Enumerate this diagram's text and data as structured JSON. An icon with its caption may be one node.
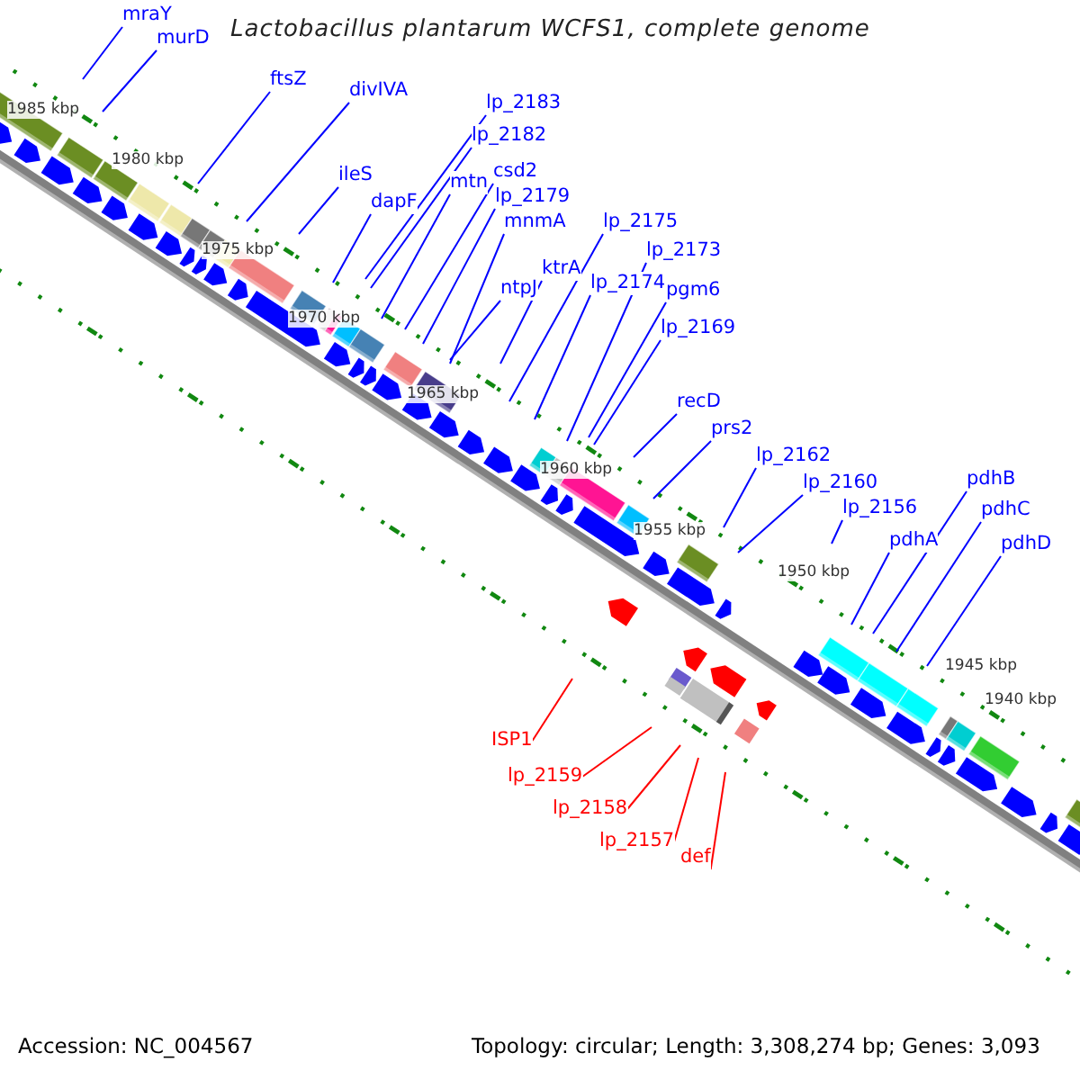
{
  "diagram": {
    "title": "Lactobacillus plantarum WCFS1, complete genome",
    "nodes": [
      {
        "text": [
          "mraY"
        ]
      },
      {
        "text": [
          "murD"
        ]
      },
      {
        "text": [
          "ftsZ"
        ]
      },
      {
        "text": [
          "divIVA"
        ]
      },
      {
        "text": [
          "lp_2183"
        ]
      },
      {
        "text": [
          "lp_2182"
        ]
      },
      {
        "text": [
          "ileS"
        ]
      },
      {
        "text": [
          "mtn"
        ]
      },
      {
        "text": [
          "csd2"
        ]
      },
      {
        "text": [
          "lp_2179"
        ]
      },
      {
        "text": [
          "dapF"
        ]
      },
      {
        "text": [
          "mnmA"
        ]
      },
      {
        "text": [
          "lp_2175"
        ]
      },
      {
        "text": [
          "lp_2173"
        ]
      },
      {
        "text": [
          "ktrA"
        ]
      },
      {
        "text": [
          "lp_2174"
        ]
      },
      {
        "text": [
          "ntpJ"
        ]
      },
      {
        "text": [
          "pgm6"
        ]
      },
      {
        "text": [
          "lp_2169"
        ]
      },
      {
        "text": [
          "recD"
        ]
      },
      {
        "text": [
          "prs2"
        ]
      },
      {
        "text": [
          "lp_2162"
        ]
      },
      {
        "text": [
          "lp_2160"
        ]
      },
      {
        "text": [
          "pdhB"
        ]
      },
      {
        "text": [
          "lp_2156"
        ]
      },
      {
        "text": [
          "pdhC"
        ]
      },
      {
        "text": [
          "pdhA"
        ]
      },
      {
        "text": [
          "pdhD"
        ]
      },
      {
        "text": [
          "ISP1"
        ]
      },
      {
        "text": [
          "lp_2159"
        ]
      },
      {
        "text": [
          "lp_2158"
        ]
      },
      {
        "text": [
          "lp_2157"
        ]
      },
      {
        "text": [
          "def"
        ]
      }
    ],
    "edges": [
      {
        "from": 0,
        "to": null,
        "arrow": "none"
      },
      {
        "from": 1,
        "to": null,
        "arrow": "none"
      },
      {
        "from": 2,
        "to": null,
        "arrow": "none"
      },
      {
        "from": 3,
        "to": null,
        "arrow": "none"
      },
      {
        "from": 4,
        "to": null,
        "arrow": "none"
      },
      {
        "from": 5,
        "to": null,
        "arrow": "none"
      },
      {
        "from": 6,
        "to": null,
        "arrow": "none"
      },
      {
        "from": 7,
        "to": null,
        "arrow": "none"
      },
      {
        "from": 8,
        "to": null,
        "arrow": "none"
      },
      {
        "from": 9,
        "to": null,
        "arrow": "none"
      },
      {
        "from": 10,
        "to": null,
        "arrow": "none"
      },
      {
        "from": 11,
        "to": null,
        "arrow": "none"
      },
      {
        "from": 12,
        "to": null,
        "arrow": "none"
      },
      {
        "from": 13,
        "to": null,
        "arrow": "none"
      },
      {
        "from": 14,
        "to": null,
        "arrow": "none"
      },
      {
        "from": 15,
        "to": null,
        "arrow": "none"
      },
      {
        "from": 16,
        "to": null,
        "arrow": "none"
      },
      {
        "from": 17,
        "to": null,
        "arrow": "none"
      },
      {
        "from": 18,
        "to": null,
        "arrow": "none"
      },
      {
        "from": 19,
        "to": null,
        "arrow": "none"
      },
      {
        "from": 20,
        "to": null,
        "arrow": "none"
      },
      {
        "from": 21,
        "to": null,
        "arrow": "none"
      },
      {
        "from": 22,
        "to": null,
        "arrow": "none"
      },
      {
        "from": 23,
        "to": null,
        "arrow": "none"
      },
      {
        "from": 24,
        "to": null,
        "arrow": "none"
      },
      {
        "from": 25,
        "to": null,
        "arrow": "none"
      },
      {
        "from": 26,
        "to": null,
        "arrow": "none"
      },
      {
        "from": 27,
        "to": null,
        "arrow": "none"
      },
      {
        "from": 28,
        "to": null,
        "arrow": "none",
        "color": "#ff0000"
      },
      {
        "from": 29,
        "to": null,
        "arrow": "none",
        "color": "#ff0000"
      },
      {
        "from": 30,
        "to": null,
        "arrow": "none",
        "color": "#ff0000"
      },
      {
        "from": 31,
        "to": null,
        "arrow": "none",
        "color": "#ff0000"
      },
      {
        "from": 32,
        "to": null,
        "arrow": "none",
        "color": "#ff0000"
      }
    ],
    "labels": [
      "1985 kbp",
      "1980 kbp",
      "1975 kbp",
      "1970 kbp",
      "1965 kbp",
      "1960 kbp",
      "1955 kbp",
      "1950 kbp",
      "1945 kbp",
      "1940 kbp",
      "Accession: NC_004567",
      "Topology: circular; Length: 3,308,274 bp; Genes: 3,093"
    ]
  }
}
